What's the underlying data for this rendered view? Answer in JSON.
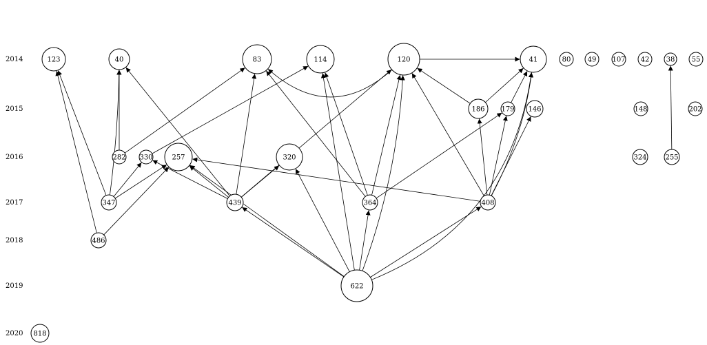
{
  "years": [
    "2014",
    "2015",
    "2016",
    "2017",
    "2018",
    "2019",
    "2020"
  ],
  "nodes": [
    {
      "id": "n123",
      "label": "123"
    },
    {
      "id": "n40",
      "label": "40"
    },
    {
      "id": "n83",
      "label": "83"
    },
    {
      "id": "n114",
      "label": "114"
    },
    {
      "id": "n120",
      "label": "120"
    },
    {
      "id": "n41",
      "label": "41"
    },
    {
      "id": "n80",
      "label": "80"
    },
    {
      "id": "n49",
      "label": "49"
    },
    {
      "id": "n107",
      "label": "107"
    },
    {
      "id": "n42",
      "label": "42"
    },
    {
      "id": "n38",
      "label": "38"
    },
    {
      "id": "n55",
      "label": "55"
    },
    {
      "id": "n186",
      "label": "186"
    },
    {
      "id": "n179",
      "label": "179"
    },
    {
      "id": "n146",
      "label": "146"
    },
    {
      "id": "n148",
      "label": "148"
    },
    {
      "id": "n202",
      "label": "202"
    },
    {
      "id": "n282",
      "label": "282"
    },
    {
      "id": "n330",
      "label": "330"
    },
    {
      "id": "n257",
      "label": "257"
    },
    {
      "id": "n320",
      "label": "320"
    },
    {
      "id": "n324",
      "label": "324"
    },
    {
      "id": "n255",
      "label": "255"
    },
    {
      "id": "n347",
      "label": "347"
    },
    {
      "id": "n439",
      "label": "439"
    },
    {
      "id": "n364",
      "label": "364"
    },
    {
      "id": "n408",
      "label": "408"
    },
    {
      "id": "n486",
      "label": "486"
    },
    {
      "id": "n622",
      "label": "622"
    },
    {
      "id": "n818",
      "label": "818"
    }
  ],
  "edges": [
    {
      "from": "n347",
      "to": "n123"
    },
    {
      "from": "n486",
      "to": "n123"
    },
    {
      "from": "n282",
      "to": "n40"
    },
    {
      "from": "n347",
      "to": "n40"
    },
    {
      "from": "n439",
      "to": "n40"
    },
    {
      "from": "n282",
      "to": "n83"
    },
    {
      "from": "n439",
      "to": "n83"
    },
    {
      "from": "n364",
      "to": "n83"
    },
    {
      "from": "n120",
      "to": "n83"
    },
    {
      "from": "n330",
      "to": "n114"
    },
    {
      "from": "n364",
      "to": "n114"
    },
    {
      "from": "n622",
      "to": "n114"
    },
    {
      "from": "n439",
      "to": "n120"
    },
    {
      "from": "n364",
      "to": "n120"
    },
    {
      "from": "n622",
      "to": "n120"
    },
    {
      "from": "n186",
      "to": "n120"
    },
    {
      "from": "n408",
      "to": "n120"
    },
    {
      "from": "n120",
      "to": "n41"
    },
    {
      "from": "n186",
      "to": "n41"
    },
    {
      "from": "n179",
      "to": "n41"
    },
    {
      "from": "n408",
      "to": "n41"
    },
    {
      "from": "n622",
      "to": "n41"
    },
    {
      "from": "n408",
      "to": "n186"
    },
    {
      "from": "n408",
      "to": "n179"
    },
    {
      "from": "n364",
      "to": "n179"
    },
    {
      "from": "n408",
      "to": "n146"
    },
    {
      "from": "n255",
      "to": "n38"
    },
    {
      "from": "n347",
      "to": "n330"
    },
    {
      "from": "n347",
      "to": "n257"
    },
    {
      "from": "n486",
      "to": "n257"
    },
    {
      "from": "n439",
      "to": "n257"
    },
    {
      "from": "n622",
      "to": "n257"
    },
    {
      "from": "n408",
      "to": "n257"
    },
    {
      "from": "n439",
      "to": "n330"
    },
    {
      "from": "n439",
      "to": "n320"
    },
    {
      "from": "n622",
      "to": "n320"
    },
    {
      "from": "n622",
      "to": "n439"
    },
    {
      "from": "n622",
      "to": "n364"
    },
    {
      "from": "n622",
      "to": "n408"
    }
  ]
}
